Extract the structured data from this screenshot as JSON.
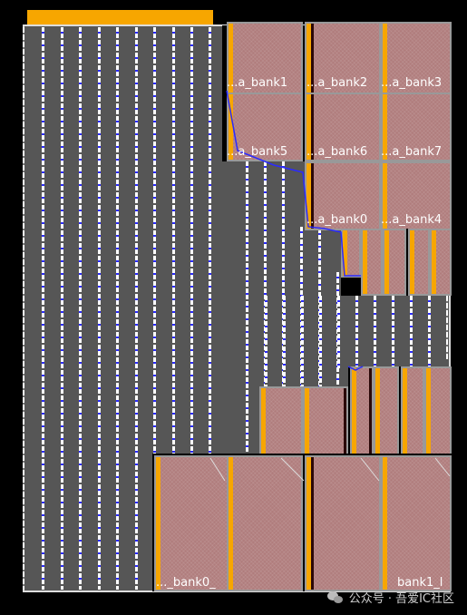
{
  "layout_view": {
    "macros": [
      {
        "id": "m_bank1",
        "label": "...a_bank1"
      },
      {
        "id": "m_bank2",
        "label": "...a_bank2"
      },
      {
        "id": "m_bank3",
        "label": "...a_bank3"
      },
      {
        "id": "m_bank5",
        "label": "...a_bank5"
      },
      {
        "id": "m_bank6",
        "label": "...a_bank6"
      },
      {
        "id": "m_bank7",
        "label": "...a_bank7"
      },
      {
        "id": "m_bank0",
        "label": "...a_bank0"
      },
      {
        "id": "m_bank4",
        "label": "...a_bank4"
      },
      {
        "id": "m_big_bank0",
        "label": "..._bank0_"
      },
      {
        "id": "m_big_bank1",
        "label": "bank1_l"
      }
    ],
    "colors": {
      "pin_strip": "#f7a600",
      "macro_fill": "#b07d7d",
      "core_fill": "#565656",
      "route": "#2a2aff",
      "background": "#000000"
    }
  },
  "watermark": {
    "text": "公众号 · 吾爱IC社区",
    "icon": "wechat-icon"
  }
}
